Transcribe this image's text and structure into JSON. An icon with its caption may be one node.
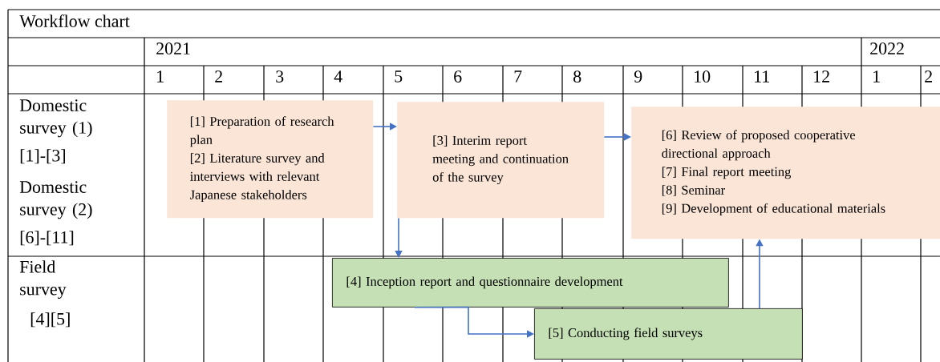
{
  "diagram": {
    "title": "Workflow chart",
    "nodes": [
      {
        "text": [
          "[1] Preparation of research plan",
          "[2] Literature survey and interviews with relevant Japanese stakeholders"
        ]
      },
      {
        "text": [
          "[3] Interim report meeting and continuation of the survey"
        ]
      },
      {
        "text": [
          "[6] Review of proposed cooperative directional approach",
          "[7] Final report meeting",
          "[8] Seminar",
          "[9] Development of educational materials"
        ]
      },
      {
        "text": [
          "[4] Inception report and questionnaire development"
        ]
      },
      {
        "text": [
          "[5] Conducting field surveys"
        ]
      }
    ],
    "edges": [
      {
        "from": 0,
        "to": 1,
        "arrow": "to"
      },
      {
        "from": 1,
        "to": 2,
        "arrow": "to"
      },
      {
        "from": 1,
        "to": 3,
        "arrow": "to"
      },
      {
        "from": 3,
        "to": 4,
        "arrow": "to"
      },
      {
        "from": 4,
        "to": 2,
        "arrow": "to"
      }
    ],
    "labels": [
      "2021",
      "2022",
      "1",
      "2",
      "3",
      "4",
      "5",
      "6",
      "7",
      "8",
      "9",
      "10",
      "11",
      "12",
      "1",
      "2",
      "Domestic survey (1)",
      "[1]-[3]",
      "Domestic survey (2)",
      "[6]-[11]",
      "Field survey",
      "[4][5]"
    ]
  }
}
